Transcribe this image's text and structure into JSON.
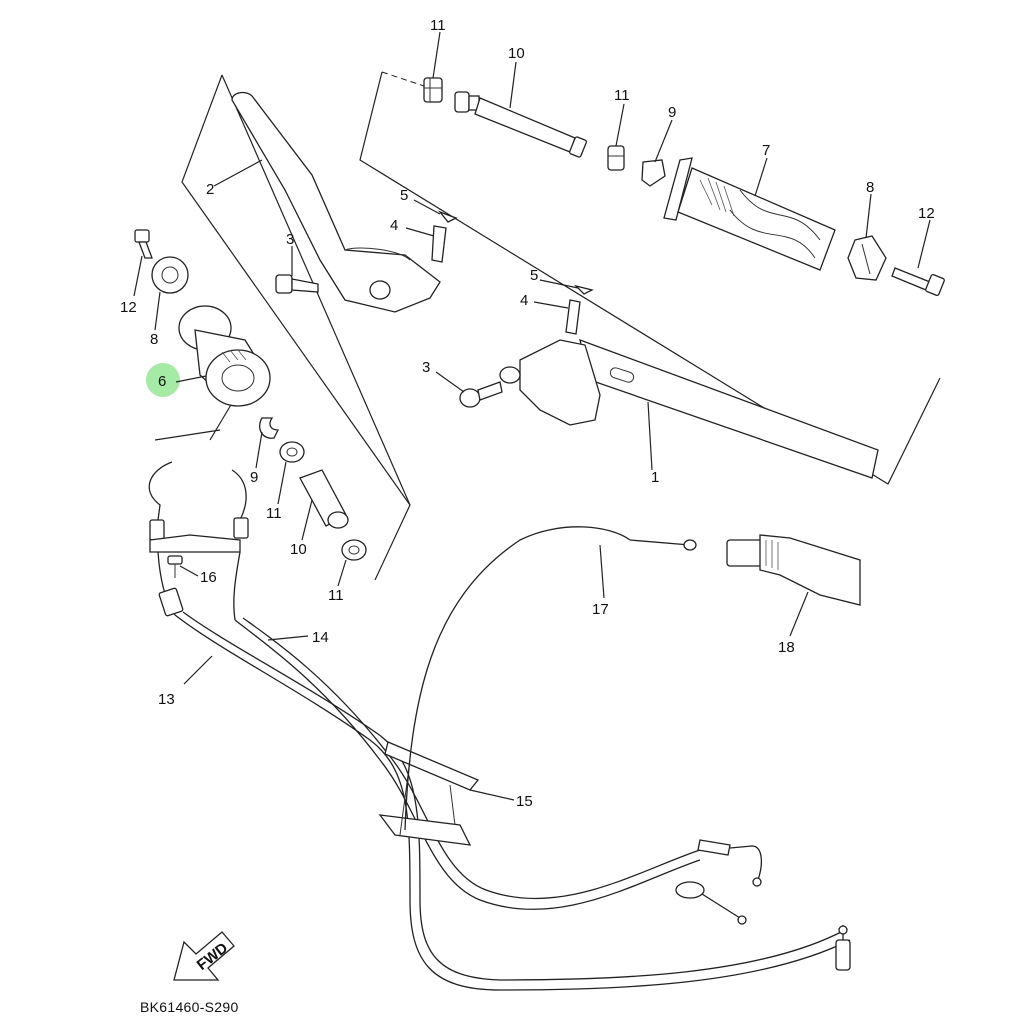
{
  "callouts": {
    "c1": "1",
    "c2": "2",
    "c3a": "3",
    "c3b": "3",
    "c4a": "4",
    "c4b": "4",
    "c5a": "5",
    "c5b": "5",
    "c6": "6",
    "c7": "7",
    "c8a": "8",
    "c8b": "8",
    "c9a": "9",
    "c9b": "9",
    "c10a": "10",
    "c10b": "10",
    "c11a": "11",
    "c11b": "11",
    "c11c": "11",
    "c11d": "11",
    "c12a": "12",
    "c12b": "12",
    "c13": "13",
    "c14": "14",
    "c15": "15",
    "c16": "16",
    "c17": "17",
    "c18": "18"
  },
  "fwd_label": "FWD",
  "diagram_code": "BK61460-S290",
  "colors": {
    "highlight": "#9be89b",
    "line": "#222222"
  }
}
